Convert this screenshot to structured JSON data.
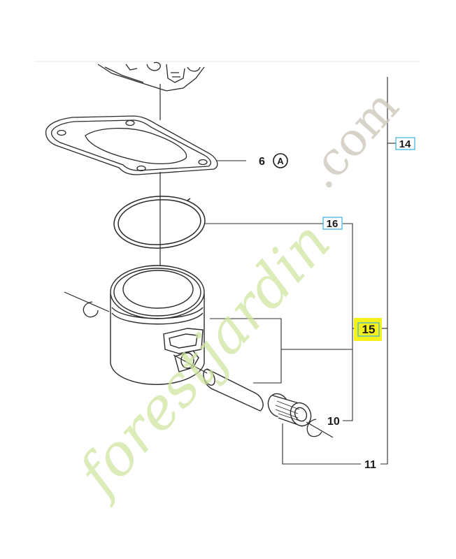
{
  "callouts": {
    "gasket_part": "6",
    "gasket_marker": "A",
    "piston_ring_part": "16",
    "piston_kit_part": "15",
    "retainer_part": "10",
    "bearing_part": "11",
    "cylinder_kit_part": "14"
  },
  "watermark": {
    "text_main": "forestjardin",
    "text_ext": ".com"
  },
  "colors": {
    "highlight": "#f6f11a",
    "box_border": "#36b0e0",
    "line": "#2a2a2a",
    "watermark_green": "#cfe6a2",
    "watermark_gray": "#cfc9bb"
  }
}
